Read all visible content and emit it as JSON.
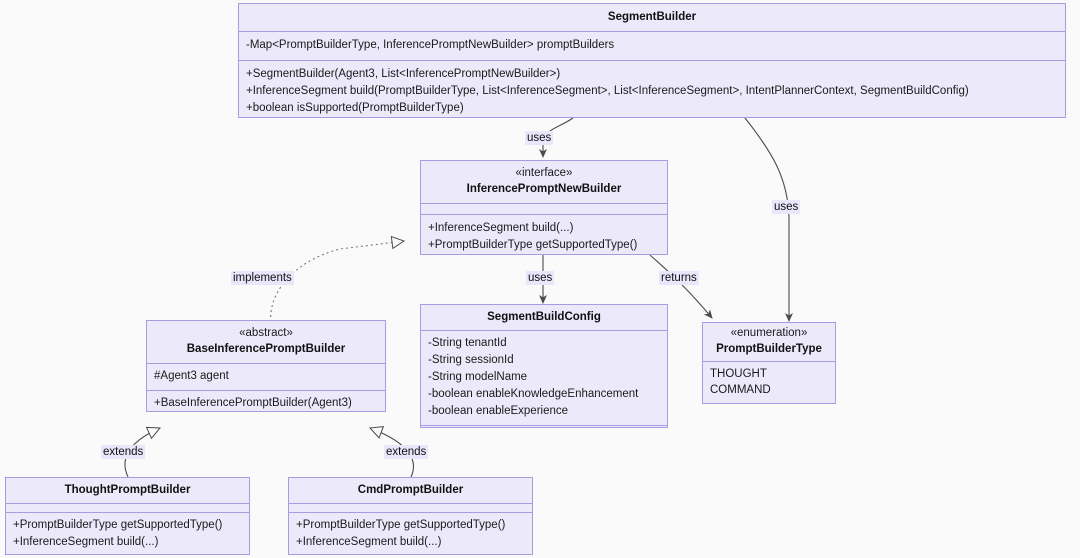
{
  "diagram": {
    "type": "uml-class-diagram",
    "background_color": "#fafafa",
    "node_fill_color": "#ece9fb",
    "node_border_color": "#a99be0",
    "edge_color": "#4c4c4c",
    "label_background_color": "#e9e5fa"
  },
  "classes": {
    "segment_builder": {
      "name": "SegmentBuilder",
      "attributes": [
        "-Map<PromptBuilderType, InferencePromptNewBuilder> promptBuilders"
      ],
      "methods": [
        "+SegmentBuilder(Agent3, List<InferencePromptNewBuilder>)",
        "+InferenceSegment build(PromptBuilderType, List<InferenceSegment>, List<InferenceSegment>, IntentPlannerContext, SegmentBuildConfig)",
        "+boolean isSupported(PromptBuilderType)"
      ]
    },
    "inference_prompt_new_builder": {
      "stereotype": "«interface»",
      "name": "InferencePromptNewBuilder",
      "attributes": [],
      "methods": [
        "+InferenceSegment build(...)",
        "+PromptBuilderType getSupportedType()"
      ]
    },
    "base_inference_prompt_builder": {
      "stereotype": "«abstract»",
      "name": "BaseInferencePromptBuilder",
      "attributes": [
        "#Agent3 agent"
      ],
      "methods": [
        "+BaseInferencePromptBuilder(Agent3)"
      ]
    },
    "segment_build_config": {
      "name": "SegmentBuildConfig",
      "attributes": [
        "-String tenantId",
        "-String sessionId",
        "-String modelName",
        "-boolean enableKnowledgeEnhancement",
        "-boolean enableExperience"
      ],
      "methods": []
    },
    "prompt_builder_type": {
      "stereotype": "«enumeration»",
      "name": "PromptBuilderType",
      "values": [
        "THOUGHT",
        "COMMAND"
      ]
    },
    "thought_prompt_builder": {
      "name": "ThoughtPromptBuilder",
      "attributes": [],
      "methods": [
        "+PromptBuilderType getSupportedType()",
        "+InferenceSegment build(...)"
      ]
    },
    "cmd_prompt_builder": {
      "name": "CmdPromptBuilder",
      "attributes": [],
      "methods": [
        "+PromptBuilderType getSupportedType()",
        "+InferenceSegment build(...)"
      ]
    }
  },
  "edges": [
    {
      "id": "segmentbuilder-uses-interface",
      "label": "uses",
      "from": "SegmentBuilder",
      "to": "InferencePromptNewBuilder",
      "style": "solid",
      "arrow": "filled"
    },
    {
      "id": "segmentbuilder-uses-enum",
      "label": "uses",
      "from": "SegmentBuilder",
      "to": "PromptBuilderType",
      "style": "solid",
      "arrow": "filled"
    },
    {
      "id": "interface-uses-config",
      "label": "uses",
      "from": "InferencePromptNewBuilder",
      "to": "SegmentBuildConfig",
      "style": "solid",
      "arrow": "filled"
    },
    {
      "id": "interface-returns-enum",
      "label": "returns",
      "from": "InferencePromptNewBuilder",
      "to": "PromptBuilderType",
      "style": "solid",
      "arrow": "filled"
    },
    {
      "id": "base-implements-interface",
      "label": "implements",
      "from": "BaseInferencePromptBuilder",
      "to": "InferencePromptNewBuilder",
      "style": "dotted",
      "arrow": "hollow-triangle"
    },
    {
      "id": "thought-extends-base",
      "label": "extends",
      "from": "ThoughtPromptBuilder",
      "to": "BaseInferencePromptBuilder",
      "style": "solid",
      "arrow": "hollow-triangle"
    },
    {
      "id": "cmd-extends-base",
      "label": "extends",
      "from": "CmdPromptBuilder",
      "to": "BaseInferencePromptBuilder",
      "style": "solid",
      "arrow": "hollow-triangle"
    }
  ]
}
